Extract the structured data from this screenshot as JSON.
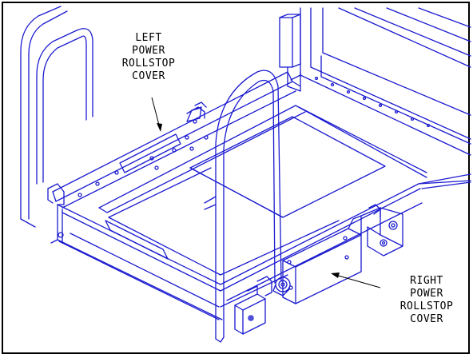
{
  "callouts": {
    "left": [
      "LEFT",
      "POWER",
      "ROLLSTOP",
      "COVER"
    ],
    "right": [
      "RIGHT",
      "POWER",
      "ROLLSTOP",
      "COVER"
    ]
  },
  "colors": {
    "drawing": "#1a1ad0",
    "frame": "#000000",
    "leader": "#000000"
  }
}
